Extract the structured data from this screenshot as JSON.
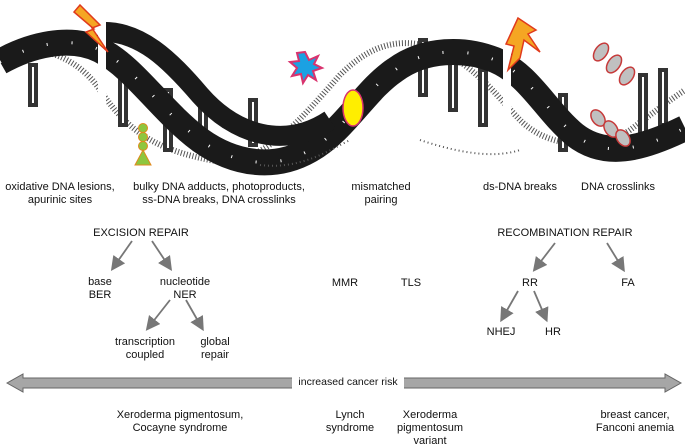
{
  "damage_labels": {
    "oxidative": "oxidative DNA lesions,\napurinic sites",
    "bulky": "bulky DNA adducts, photoproducts,\nss-DNA breaks, DNA crosslinks",
    "mismatch": "mismatched\npairing",
    "dsb": "ds-DNA breaks",
    "crosslinks": "DNA crosslinks"
  },
  "pathways": {
    "excision": "EXCISION  REPAIR",
    "recombination": "RECOMBINATION  REPAIR",
    "base": "base\nBER",
    "nucleotide": "nucleotide\nNER",
    "transcription": "transcription\ncoupled",
    "global": "global\nrepair",
    "mmr": "MMR",
    "tls": "TLS",
    "rr": "RR",
    "fa": "FA",
    "nhej": "NHEJ",
    "hr": "HR"
  },
  "risk_label": "increased cancer risk",
  "diseases": {
    "xp_cs": "Xeroderma pigmentosum,\nCocayne syndrome",
    "lynch": "Lynch\nsyndrome",
    "xp_variant": "Xeroderma\npigmentosum\nvariant",
    "breast_fa": "breast cancer,\nFanconi anemia"
  },
  "colors": {
    "strand": "#1a1a1a",
    "lightning": "#f5a623",
    "lightning_edge": "#e03a1c",
    "adduct": "#8dc63f",
    "burst_outer": "#d9336e",
    "burst_inner": "#1ba1e2",
    "mismatch": "#ffee00",
    "crosslink": "#c0c0c0",
    "crosslink_edge": "#c63a3a",
    "arrow": "#777777"
  }
}
